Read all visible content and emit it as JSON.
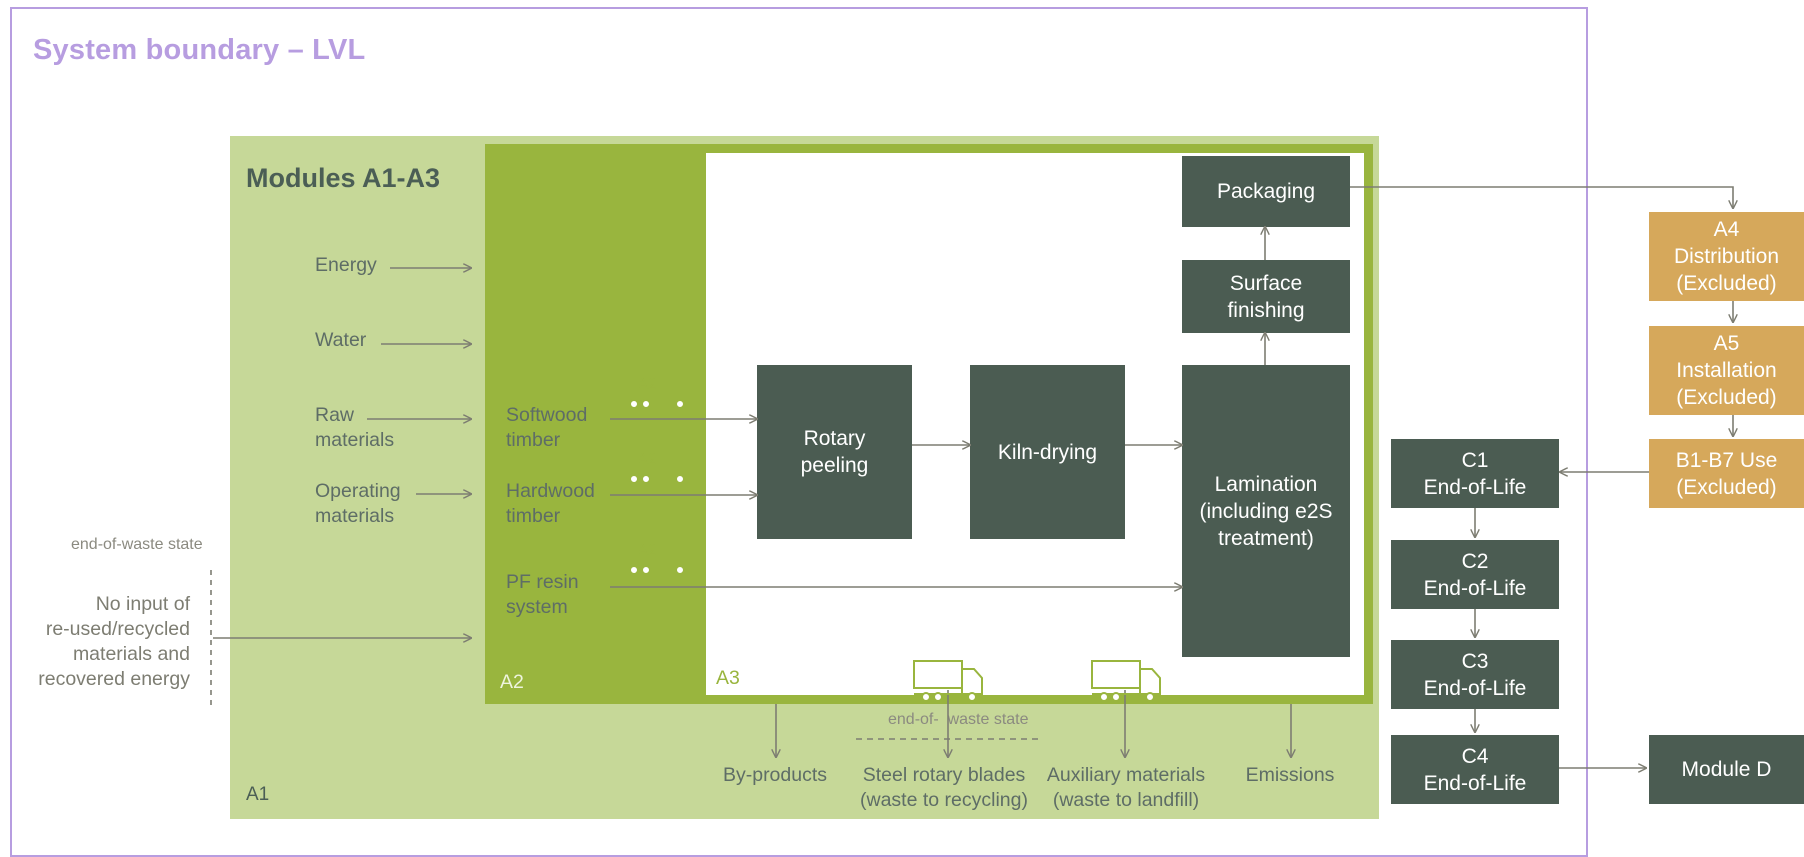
{
  "title": "System boundary – LVL",
  "modules_title": "Modules A1-A3",
  "zones": {
    "a1": "A1",
    "a2": "A2",
    "a3": "A3"
  },
  "inputs": {
    "energy": "Energy",
    "water": "Water",
    "raw": "Raw\nmaterials",
    "operating": "Operating\nmaterials"
  },
  "transports": {
    "softwood": "Softwood\ntimber",
    "hardwood": "Hardwood\ntimber",
    "resin": "PF resin\nsystem",
    "truck_label": "A2"
  },
  "end_of_waste": "end-of-waste state",
  "no_input": "No input of\nre-used/recycled\nmaterials and\nrecovered energy",
  "process": {
    "rotary": "Rotary\npeeling",
    "kiln": "Kiln-drying",
    "lamination": "Lamination\n(including e2S\ntreatment)",
    "surface": "Surface\nfinishing",
    "packaging": "Packaging"
  },
  "outputs": {
    "byproducts": "By-products",
    "blades": "Steel rotary blades\n(waste to recycling)",
    "auxiliary": "Auxiliary materials\n(waste to landfill)",
    "emissions": "Emissions",
    "end_of_waste": "end-of-  waste state"
  },
  "excluded": {
    "a4": "A4\nDistribution\n(Excluded)",
    "a5": "A5\nInstallation\n(Excluded)",
    "b": "B1-B7 Use\n(Excluded)"
  },
  "end_of_life": {
    "c1": "C1\nEnd-of-Life",
    "c2": "C2\nEnd-of-Life",
    "c3": "C3\nEnd-of-Life",
    "c4": "C4\nEnd-of-Life",
    "d": "Module D"
  },
  "colors": {
    "boundary": "#b79de0",
    "a1": "#c6d898",
    "a2": "#99b53e",
    "process": "#4b5c52",
    "excluded": "#d6a85b",
    "arrow": "#7d7d72"
  }
}
